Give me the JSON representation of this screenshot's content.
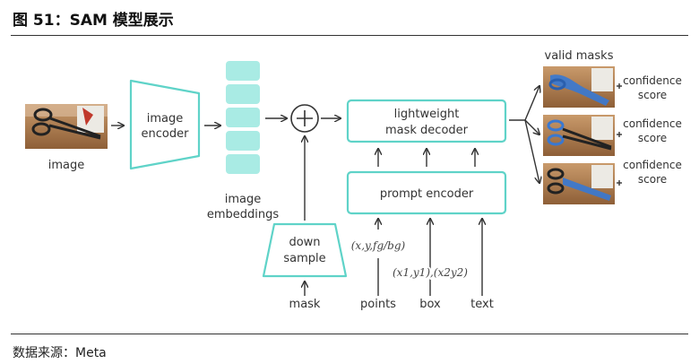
{
  "figure": {
    "title": "图 51：SAM 模型展示",
    "source": "数据来源：Meta"
  },
  "diagram": {
    "input_image_label": "image",
    "image_encoder_line1": "image",
    "image_encoder_line2": "encoder",
    "embeddings_line1": "image",
    "embeddings_line2": "embeddings",
    "mask_decoder_line1": "lightweight",
    "mask_decoder_line2": "mask decoder",
    "prompt_encoder": "prompt encoder",
    "down_sample_line1": "down",
    "down_sample_line2": "sample",
    "mask_label": "mask",
    "points_label": "points",
    "box_label": "box",
    "text_label": "text",
    "points_formula": "(x,y,fg/bg)",
    "box_formula": "(x1,y1),(x2y2)",
    "valid_masks": "valid masks",
    "outputs": [
      {
        "line1": "confidence",
        "line2": "score"
      },
      {
        "line1": "confidence",
        "line2": "score"
      },
      {
        "line1": "confidence",
        "line2": "score"
      }
    ],
    "colors": {
      "accent": "#5fd3c8",
      "accent_fill": "#a9ebe4",
      "arrow": "#333333"
    }
  }
}
